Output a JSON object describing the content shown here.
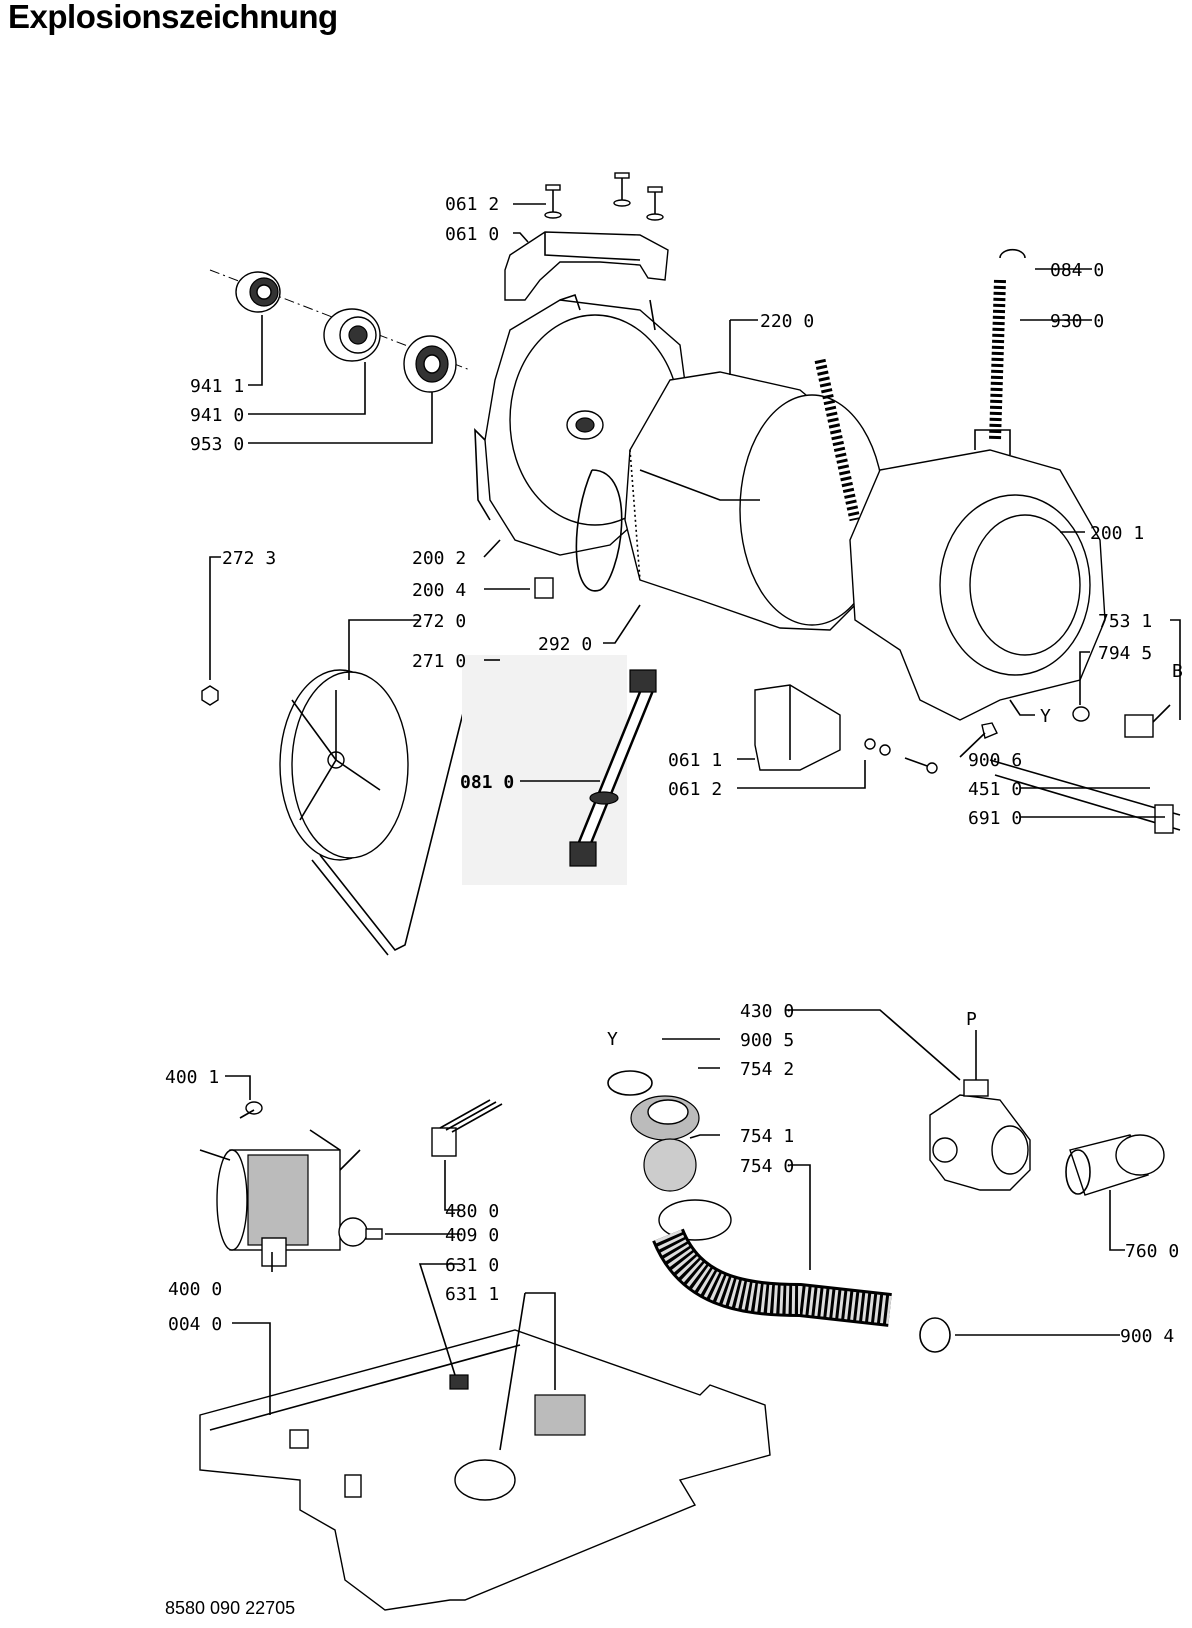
{
  "title": "Explosionszeichnung",
  "document_number": "8580 090 22705",
  "callouts": {
    "c0612a": "061 2",
    "c0610": "061 0",
    "c0840": "084 0",
    "c9300": "930 0",
    "c2200": "220 0",
    "c9411": "941 1",
    "c9410": "941 0",
    "c9530": "953 0",
    "c2723": "272 3",
    "c2002": "200 2",
    "c2001": "200 1",
    "c2004": "200 4",
    "c2720": "272 0",
    "c2710": "271 0",
    "c2920": "292 0",
    "c7531": "753 1",
    "c7945": "794 5",
    "cY1": "Y",
    "cB": "B",
    "c0810": "081 0",
    "c0611": "061 1",
    "c0612b": "061 2",
    "c9006": "900 6",
    "c4510": "451 0",
    "c6910": "691 0",
    "c4300": "430 0",
    "cP": "P",
    "cY2": "Y",
    "c9005": "900 5",
    "c7542": "754 2",
    "c7541": "754 1",
    "c7540": "754 0",
    "c4001": "400 1",
    "c4800": "480 0",
    "c4090": "409 0",
    "c6310": "631 0",
    "c6311": "631 1",
    "c4000": "400 0",
    "c0040": "004 0",
    "c7600": "760 0",
    "c9004": "900 4"
  }
}
